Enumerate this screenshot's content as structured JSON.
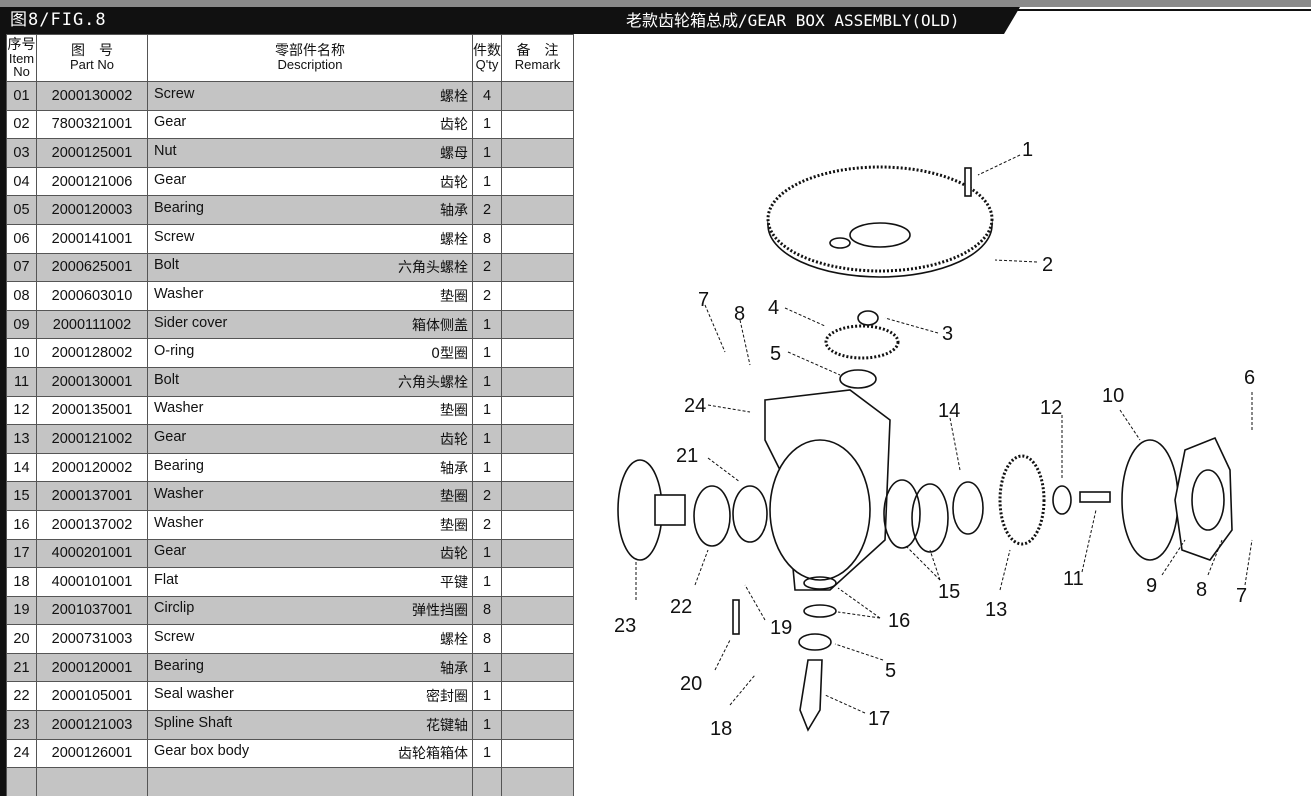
{
  "header": {
    "figure_label": "图8/FIG.8",
    "assembly_title": "老款齿轮箱总成/GEAR BOX ASSEMBLY(OLD)"
  },
  "columns": {
    "item_cn": "序号",
    "item_en1": "Item",
    "item_en2": "No",
    "part_cn": "图　号",
    "part_en": "Part No",
    "desc_cn": "零部件名称",
    "desc_en": "Description",
    "qty_cn": "件数",
    "qty_en": "Q'ty",
    "remark_cn": "备　注",
    "remark_en": "Remark"
  },
  "parts": [
    {
      "item": "01",
      "part_no": "2000130002",
      "desc_en": "Screw",
      "desc_cn": "螺栓",
      "qty": "4"
    },
    {
      "item": "02",
      "part_no": "7800321001",
      "desc_en": "Gear",
      "desc_cn": "齿轮",
      "qty": "1"
    },
    {
      "item": "03",
      "part_no": "2000125001",
      "desc_en": "Nut",
      "desc_cn": "螺母",
      "qty": "1"
    },
    {
      "item": "04",
      "part_no": "2000121006",
      "desc_en": "Gear",
      "desc_cn": "齿轮",
      "qty": "1"
    },
    {
      "item": "05",
      "part_no": "2000120003",
      "desc_en": "Bearing",
      "desc_cn": "轴承",
      "qty": "2"
    },
    {
      "item": "06",
      "part_no": "2000141001",
      "desc_en": "Screw",
      "desc_cn": "螺栓",
      "qty": "8"
    },
    {
      "item": "07",
      "part_no": "2000625001",
      "desc_en": "Bolt",
      "desc_cn": "六角头螺栓",
      "qty": "2"
    },
    {
      "item": "08",
      "part_no": "2000603010",
      "desc_en": "Washer",
      "desc_cn": "垫圈",
      "qty": "2"
    },
    {
      "item": "09",
      "part_no": "2000111002",
      "desc_en": "Sider cover",
      "desc_cn": "箱体侧盖",
      "qty": "1"
    },
    {
      "item": "10",
      "part_no": "2000128002",
      "desc_en": "O-ring",
      "desc_cn": "0型圈",
      "qty": "1"
    },
    {
      "item": "11",
      "part_no": "2000130001",
      "desc_en": "Bolt",
      "desc_cn": "六角头螺栓",
      "qty": "1"
    },
    {
      "item": "12",
      "part_no": "2000135001",
      "desc_en": "Washer",
      "desc_cn": "垫圈",
      "qty": "1"
    },
    {
      "item": "13",
      "part_no": "2000121002",
      "desc_en": "Gear",
      "desc_cn": "齿轮",
      "qty": "1"
    },
    {
      "item": "14",
      "part_no": "2000120002",
      "desc_en": "Bearing",
      "desc_cn": "轴承",
      "qty": "1"
    },
    {
      "item": "15",
      "part_no": "2000137001",
      "desc_en": "Washer",
      "desc_cn": "垫圈",
      "qty": "2"
    },
    {
      "item": "16",
      "part_no": "2000137002",
      "desc_en": "Washer",
      "desc_cn": "垫圈",
      "qty": "2"
    },
    {
      "item": "17",
      "part_no": "4000201001",
      "desc_en": "Gear",
      "desc_cn": "齿轮",
      "qty": "1"
    },
    {
      "item": "18",
      "part_no": "4000101001",
      "desc_en": "Flat",
      "desc_cn": "平键",
      "qty": "1"
    },
    {
      "item": "19",
      "part_no": "2001037001",
      "desc_en": "Circlip",
      "desc_cn": "弹性挡圈",
      "qty": "8"
    },
    {
      "item": "20",
      "part_no": "2000731003",
      "desc_en": "Screw",
      "desc_cn": "螺栓",
      "qty": "8"
    },
    {
      "item": "21",
      "part_no": "2000120001",
      "desc_en": "Bearing",
      "desc_cn": "轴承",
      "qty": "1"
    },
    {
      "item": "22",
      "part_no": "2000105001",
      "desc_en": "Seal washer",
      "desc_cn": "密封圈",
      "qty": "1"
    },
    {
      "item": "23",
      "part_no": "2000121003",
      "desc_en": "Spline Shaft",
      "desc_cn": "花键轴",
      "qty": "1"
    },
    {
      "item": "24",
      "part_no": "2000126001",
      "desc_en": "Gear box body",
      "desc_cn": "齿轮箱箱体",
      "qty": "1"
    }
  ],
  "diagram": {
    "callouts": [
      "1",
      "2",
      "3",
      "4",
      "5",
      "6",
      "7",
      "8",
      "9",
      "10",
      "11",
      "12",
      "13",
      "14",
      "15",
      "16",
      "17",
      "18",
      "19",
      "20",
      "21",
      "22",
      "23",
      "24",
      "5",
      "7",
      "8"
    ]
  }
}
